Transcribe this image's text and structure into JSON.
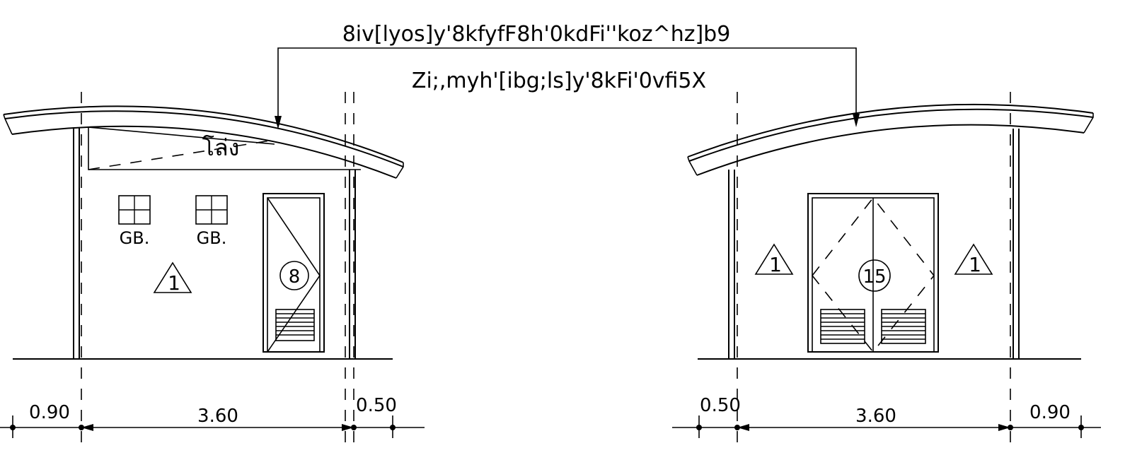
{
  "notes": {
    "roof_note": "8iv[lyos]y'8kfyfF8h'0kdFi''koz^hz]b9",
    "wall_note": "Zi;,myh'[ibg;ls]y'8kFi'0vfi5X"
  },
  "left_elevation": {
    "gable_label": "โล่ง",
    "window_tag_1": "GB.",
    "window_tag_2": "GB.",
    "wall_material_mark": "1",
    "door_mark": "8",
    "dims": {
      "overhang": "0.90",
      "span": "3.60",
      "edge": "0.50"
    }
  },
  "right_elevation": {
    "wall_material_mark_left": "1",
    "wall_material_mark_right": "1",
    "door_mark": "15",
    "dims": {
      "edge": "0.50",
      "span": "3.60",
      "overhang": "0.90"
    }
  }
}
